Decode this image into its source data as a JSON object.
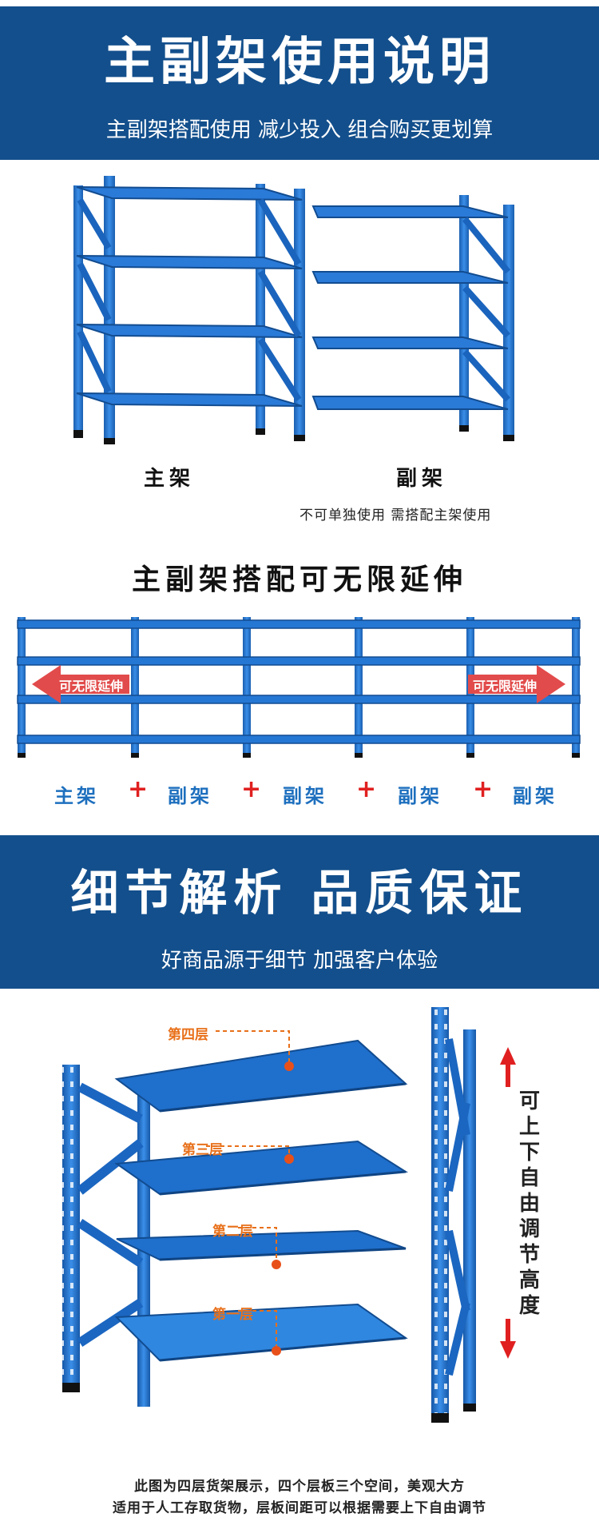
{
  "section1": {
    "title": "主副架使用说明",
    "subtitle": "主副架搭配使用 减少投入 组合购买更划算"
  },
  "labels": {
    "main": "主架",
    "sub": "副架",
    "sub_note": "不可单独使用 需搭配主架使用"
  },
  "extend": {
    "title": "主副架搭配可无限延伸",
    "arrow_text": "可无限延伸",
    "combo": [
      "主架",
      "+",
      "副架",
      "+",
      "副架",
      "+",
      "副架",
      "+",
      "副架"
    ]
  },
  "section2": {
    "title": "细节解析 品质保证",
    "subtitle": "好商品源于细节 加强客户体验"
  },
  "layers": [
    "第四层",
    "第三层",
    "第二层",
    "第一层"
  ],
  "adjust_text": "可上下自由调节高度",
  "footer": {
    "line1": "此图为四层货架展示，四个层板三个空间，美观大方",
    "line2": "适用于人工存取货物，层板间距可以根据需要上下自由调节"
  },
  "colors": {
    "band": "#134f8c",
    "rack": "#1e6fcc",
    "accent": "#e02020",
    "orange": "#e8701a"
  }
}
